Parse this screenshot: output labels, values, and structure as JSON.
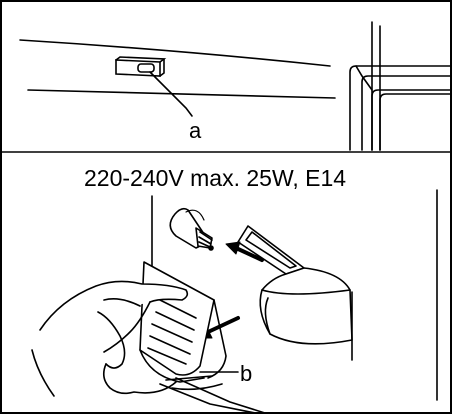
{
  "labels": {
    "part_a": "a",
    "part_b": "b",
    "spec": "220-240V max. 25W, E14"
  },
  "colors": {
    "ink": "#000000",
    "paper": "#ffffff"
  },
  "icons": {
    "removal_arrow": "arrow-down-left-icon",
    "insert_arrow": "arrow-left-icon"
  }
}
